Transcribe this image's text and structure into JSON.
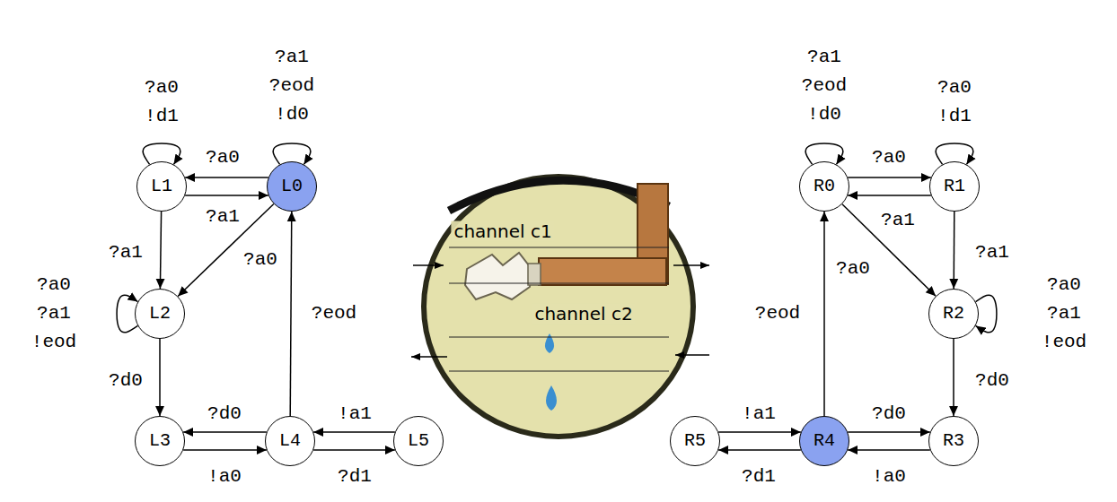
{
  "diagram": {
    "nodes": [
      {
        "text": [
          "L0"
        ]
      },
      {
        "text": [
          "L1"
        ]
      },
      {
        "text": [
          "L2"
        ]
      },
      {
        "text": [
          "L3"
        ]
      },
      {
        "text": [
          "L4"
        ]
      },
      {
        "text": [
          "L5"
        ]
      },
      {
        "text": [
          "R0"
        ]
      },
      {
        "text": [
          "R1"
        ]
      },
      {
        "text": [
          "R2"
        ]
      },
      {
        "text": [
          "R3"
        ]
      },
      {
        "text": [
          "R4"
        ]
      },
      {
        "text": [
          "R5"
        ]
      }
    ],
    "edges": [
      {
        "from": 0,
        "to": 0,
        "arrow": "to",
        "label": "?a1 ?eod !d0"
      },
      {
        "from": 1,
        "to": 1,
        "arrow": "to",
        "label": "?a0 !d1"
      },
      {
        "from": 0,
        "to": 1,
        "arrow": "to",
        "label": "?a0"
      },
      {
        "from": 1,
        "to": 0,
        "arrow": "to",
        "label": "?a1"
      },
      {
        "from": 1,
        "to": 2,
        "arrow": "to",
        "label": "?a1"
      },
      {
        "from": 0,
        "to": 2,
        "arrow": "to",
        "label": "?a0"
      },
      {
        "from": 2,
        "to": 2,
        "arrow": "to",
        "label": "?a0 ?a1 !eod"
      },
      {
        "from": 2,
        "to": 3,
        "arrow": "to",
        "label": "?d0"
      },
      {
        "from": 4,
        "to": 3,
        "arrow": "to",
        "label": "?d0"
      },
      {
        "from": 3,
        "to": 4,
        "arrow": "to",
        "label": "!a0"
      },
      {
        "from": 4,
        "to": 0,
        "arrow": "to",
        "label": "?eod"
      },
      {
        "from": 5,
        "to": 4,
        "arrow": "to",
        "label": "!a1"
      },
      {
        "from": 4,
        "to": 5,
        "arrow": "to",
        "label": "?d1"
      },
      {
        "from": 6,
        "to": 6,
        "arrow": "to",
        "label": "?a1 ?eod !d0"
      },
      {
        "from": 7,
        "to": 7,
        "arrow": "to",
        "label": "?a0 !d1"
      },
      {
        "from": 6,
        "to": 7,
        "arrow": "to",
        "label": "?a0"
      },
      {
        "from": 7,
        "to": 6,
        "arrow": "to",
        "label": "?a1"
      },
      {
        "from": 6,
        "to": 8,
        "arrow": "to",
        "label": "?a0"
      },
      {
        "from": 7,
        "to": 8,
        "arrow": "to",
        "label": "?a1"
      },
      {
        "from": 8,
        "to": 8,
        "arrow": "to",
        "label": "?a0 ?a1 !eod"
      },
      {
        "from": 8,
        "to": 9,
        "arrow": "to",
        "label": "?d0"
      },
      {
        "from": 10,
        "to": 9,
        "arrow": "to",
        "label": "?d0"
      },
      {
        "from": 9,
        "to": 10,
        "arrow": "to",
        "label": "!a0"
      },
      {
        "from": 10,
        "to": 6,
        "arrow": "to",
        "label": "?eod"
      },
      {
        "from": 10,
        "to": 11,
        "arrow": "to",
        "label": "?d1"
      },
      {
        "from": 11,
        "to": 10,
        "arrow": "to",
        "label": "!a1"
      }
    ],
    "labels": [
      "channel c1",
      "channel c2"
    ]
  }
}
